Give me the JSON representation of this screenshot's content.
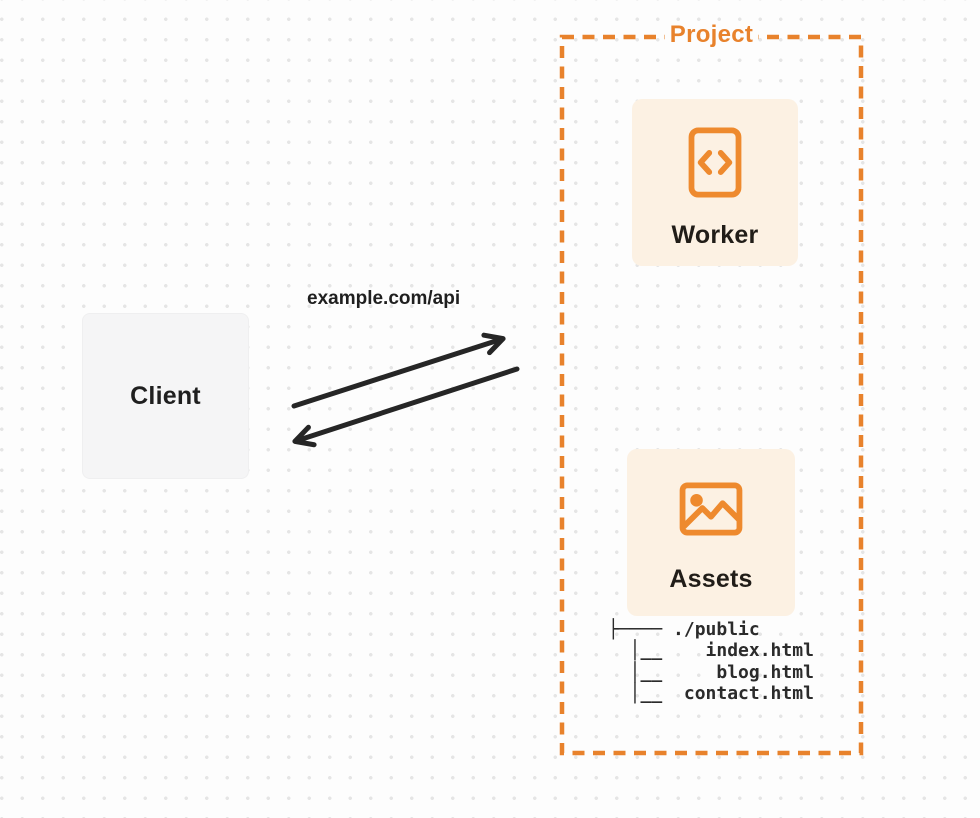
{
  "client": {
    "label": "Client"
  },
  "request": {
    "label": "example.com/api"
  },
  "project": {
    "label": "Project",
    "worker": {
      "label": "Worker",
      "icon": "code-file-icon"
    },
    "assets": {
      "label": "Assets",
      "icon": "image-icon"
    },
    "file_tree": {
      "lines": [
        "├──── ./public",
        "  │__    index.html",
        "  │__     blog.html",
        "  │__  contact.html"
      ]
    }
  },
  "icons": {
    "worker_icon": "code-file-icon",
    "assets_icon": "image-icon"
  },
  "colors": {
    "orange": "#e8822c",
    "icon_orange": "#ee8a2e",
    "cream": "#fcf1e3",
    "client_gray": "#f5f5f6",
    "ink": "#262626",
    "dot": "#e5e5e5",
    "page_bg": "#fdfdfd"
  }
}
